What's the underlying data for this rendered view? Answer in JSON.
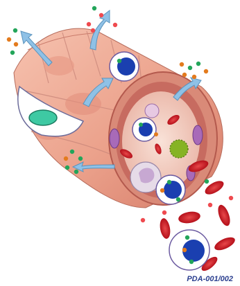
{
  "caption": "PDA-001/002",
  "colors": {
    "vessel_outer": "#f2b09a",
    "vessel_shade": "#d77c6a",
    "vessel_inner": "#c96a5f",
    "lumen": "#f6d7cc",
    "rbc": "#c8161d",
    "rbc_light": "#e34a4a",
    "cell_membrane": "#8a4aa0",
    "nucleus": "#1a3fb0",
    "dot_green": "#23a55a",
    "dot_orange": "#e37b1e",
    "dot_red": "#ef4a4f",
    "arrow": "#8fc1e6",
    "endothelial_nucleus": "#3ec9a3",
    "bacterium": "#86b324"
  },
  "icons": [
    "blood-vessel",
    "red-blood-cell",
    "immune-cell",
    "drug-particle",
    "diffusion-arrow",
    "endothelial-cell"
  ]
}
